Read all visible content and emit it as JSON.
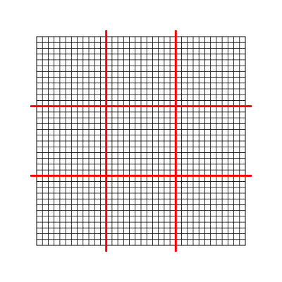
{
  "grid": {
    "columns": 36,
    "rows": 36,
    "line_color": "#000000",
    "background_color": "#ffffff"
  },
  "dividers": {
    "color": "#ff0000",
    "vertical_at_columns": [
      12,
      24
    ],
    "horizontal_at_rows": [
      12,
      24
    ]
  }
}
